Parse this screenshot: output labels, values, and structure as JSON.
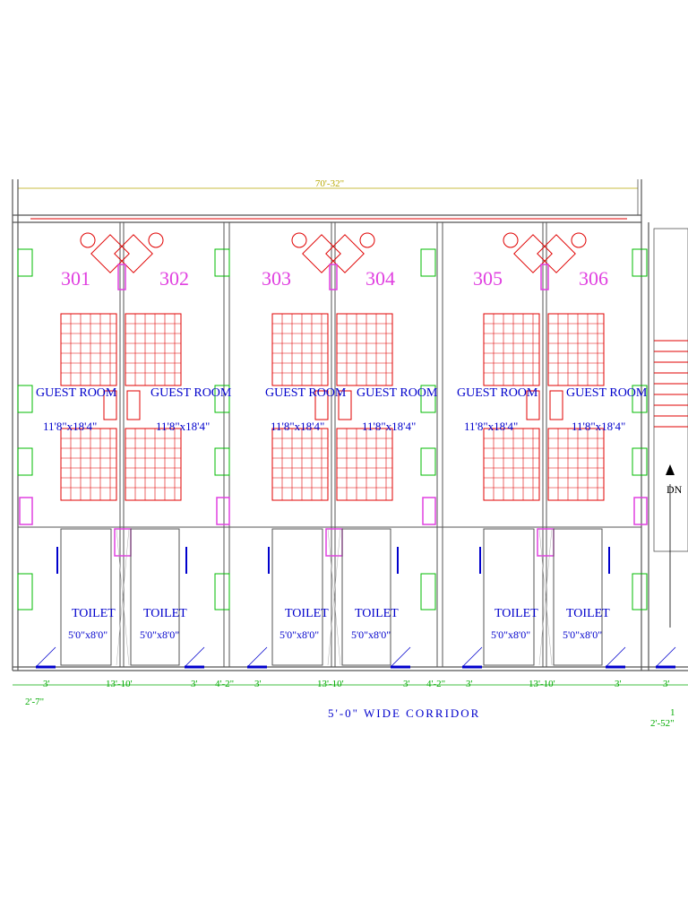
{
  "overall_dimension": "70'-32\"",
  "rooms": [
    {
      "number": "301",
      "label": "GUEST ROOM",
      "size": "11'8\"x18'4\""
    },
    {
      "number": "302",
      "label": "GUEST ROOM",
      "size": "11'8\"x18'4\""
    },
    {
      "number": "303",
      "label": "GUEST ROOM",
      "size": "11'8\"x18'4\""
    },
    {
      "number": "304",
      "label": "GUEST ROOM",
      "size": "11'8\"x18'4\""
    },
    {
      "number": "305",
      "label": "GUEST ROOM",
      "size": "11'8\"x18'4\""
    },
    {
      "number": "306",
      "label": "GUEST ROOM",
      "size": "11'8\"x18'4\""
    }
  ],
  "toilets": [
    {
      "label": "TOILET",
      "size": "5'0\"x8'0\""
    },
    {
      "label": "TOILET",
      "size": "5'0\"x8'0\""
    },
    {
      "label": "TOILET",
      "size": "5'0\"x8'0\""
    },
    {
      "label": "TOILET",
      "size": "5'0\"x8'0\""
    },
    {
      "label": "TOILET",
      "size": "5'0\"x8'0\""
    },
    {
      "label": "TOILET",
      "size": "5'0\"x8'0\""
    }
  ],
  "bottom_dims": [
    "3'",
    "13'-10'",
    "3'",
    "4'-2\"",
    "3'",
    "13'-10'",
    "3'",
    "4'-2\"",
    "3'",
    "13'-10'",
    "3'",
    "3'"
  ],
  "left_dim": "2'-7\"",
  "right_dim": "2'-52\"",
  "right_dim_top": "1",
  "corridor_label": "5'-0\" WIDE CORRIDOR",
  "stair_label": "DN",
  "colors": {
    "wall": "#555555",
    "furniture": "#e00000",
    "text": "#0000cc",
    "dimension": "#00aa00",
    "accent": "#e040e0"
  }
}
